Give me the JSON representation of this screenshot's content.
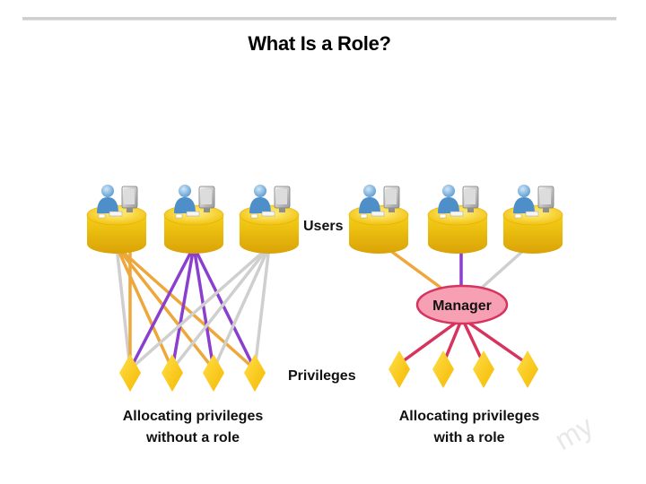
{
  "title": "What Is a Role?",
  "labels": {
    "users": "Users",
    "privileges": "Privileges",
    "manager": "Manager",
    "caption_left": "Allocating privileges\nwithout a role",
    "caption_right": "Allocating privileges\nwith a role"
  },
  "watermark": "my",
  "colors": {
    "orange": "#eea73a",
    "purple": "#8a3fce",
    "gray": "#cfcfcf",
    "crimson": "#d6345e",
    "manager_fill": "#f7a0b4",
    "manager_stroke": "#d6345e",
    "desk_yellow": "#f8d316",
    "diamond": "#fbc805"
  },
  "icons": [
    "user-workstation-icon",
    "privilege-diamond-icon",
    "manager-role-ellipse"
  ]
}
